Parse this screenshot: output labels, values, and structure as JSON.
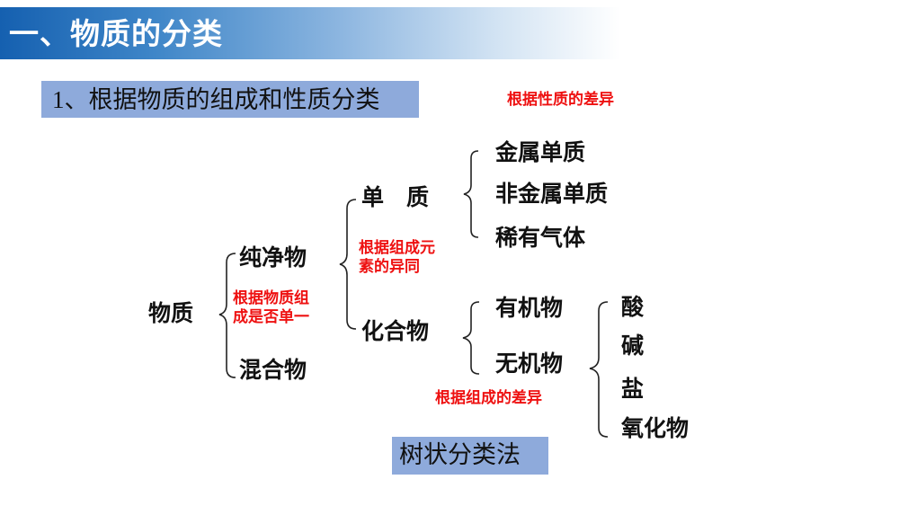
{
  "header": {
    "title": "一、物质的分类",
    "bar_color_start": "#1560b0",
    "bar_color_end": "#ffffff"
  },
  "subtitle": {
    "number": "1",
    "text": "、根据物质的组成和性质分类",
    "box_color": "#8eaadb"
  },
  "tree": {
    "root": "物质",
    "level1": [
      "纯净物",
      "混合物"
    ],
    "level1_note": [
      "根据物质组",
      "成是否单一"
    ],
    "pure": {
      "children": [
        "单　质",
        "化合物"
      ],
      "note": [
        "根据组成元",
        "素的异同"
      ]
    },
    "element": {
      "children": [
        "金属单质",
        "非金属单质",
        "稀有气体"
      ],
      "note": "根据性质的差异"
    },
    "compound": {
      "children": [
        "有机物",
        "无机物"
      ]
    },
    "inorganic": {
      "children": [
        "酸",
        "碱",
        "盐",
        "氧化物"
      ],
      "note": "根据组成的差异"
    },
    "note_color": "#ee1111"
  },
  "method": {
    "label": "树状分类法",
    "box_color": "#8eaadb"
  }
}
